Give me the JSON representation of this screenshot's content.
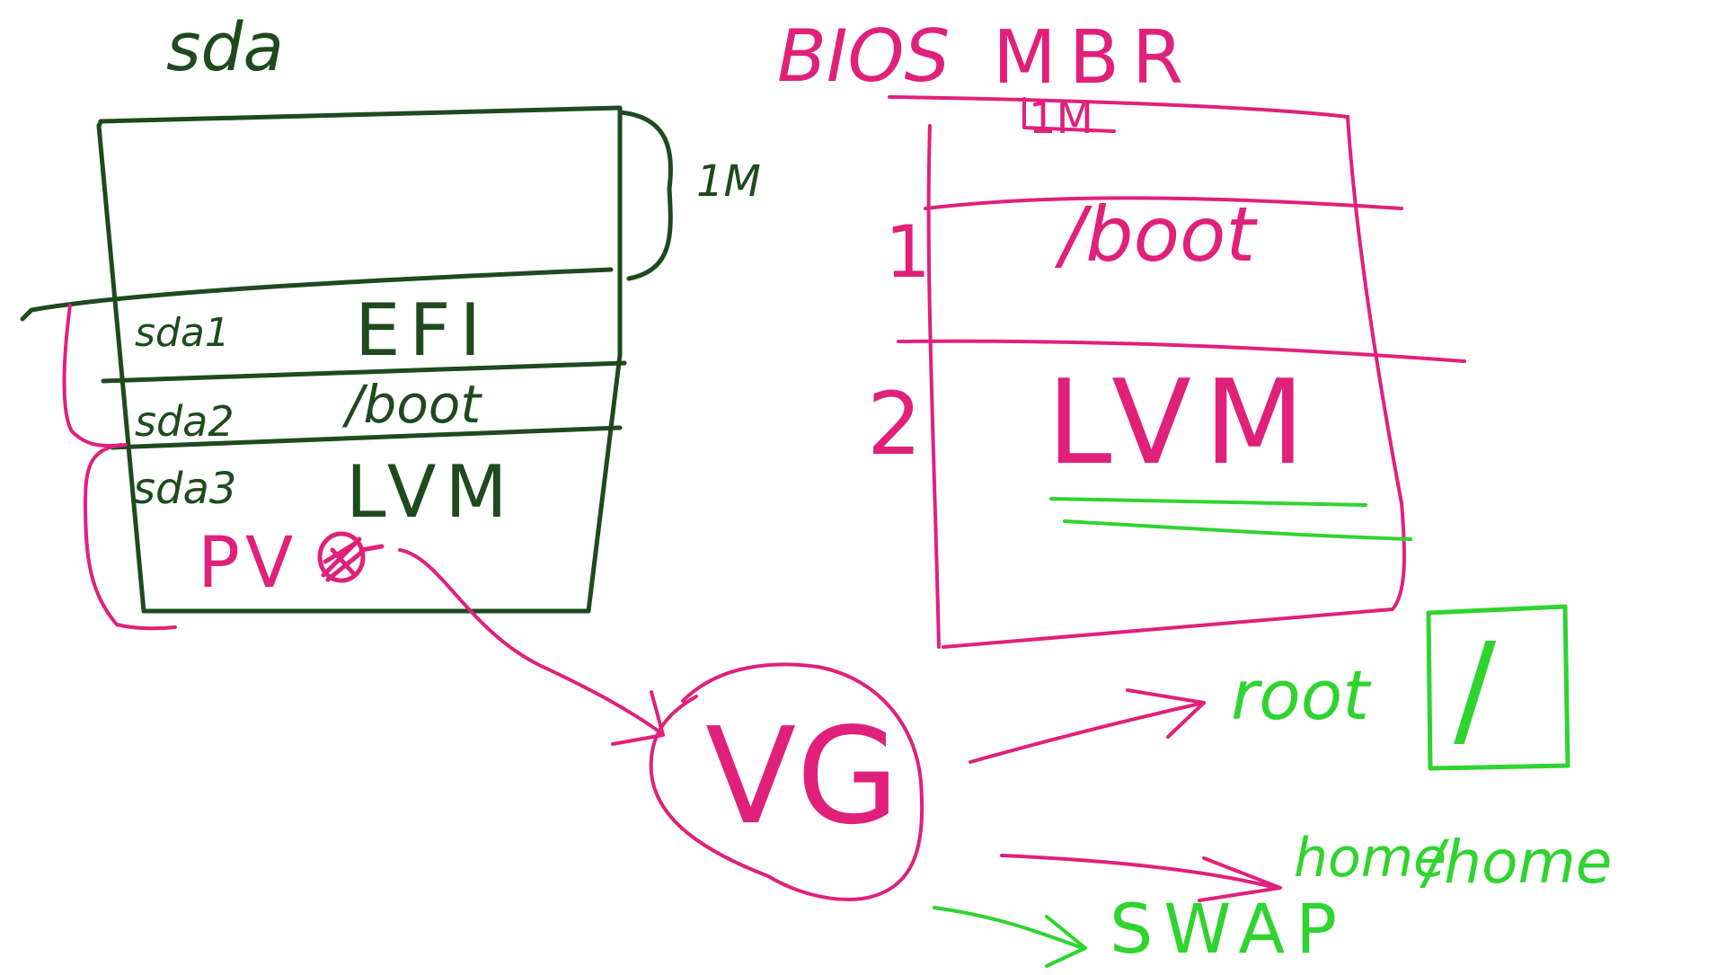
{
  "colors": {
    "green_dark": "#1e4a1e",
    "magenta": "#e0207a",
    "green_bright": "#2fd42f",
    "background": "#ffffff"
  },
  "left_disk": {
    "title": "sda",
    "size_note": "1M",
    "partitions": [
      {
        "name": "sda1",
        "label": "EFI"
      },
      {
        "name": "sda2",
        "label": "/boot"
      },
      {
        "name": "sda3",
        "label": "LVM"
      }
    ],
    "pv_label": "PV"
  },
  "right_disk": {
    "firmware": "BIOS",
    "table": "MBR",
    "table_note": "1M",
    "partitions": [
      {
        "number": "1",
        "label": "/boot"
      },
      {
        "number": "2",
        "label": "LVM"
      }
    ]
  },
  "lvm": {
    "vg_label": "VG",
    "logical_volumes": [
      {
        "name": "root",
        "mount": "/"
      },
      {
        "name": "home",
        "mount": "/home"
      },
      {
        "name": "SWAP",
        "mount": ""
      }
    ]
  }
}
